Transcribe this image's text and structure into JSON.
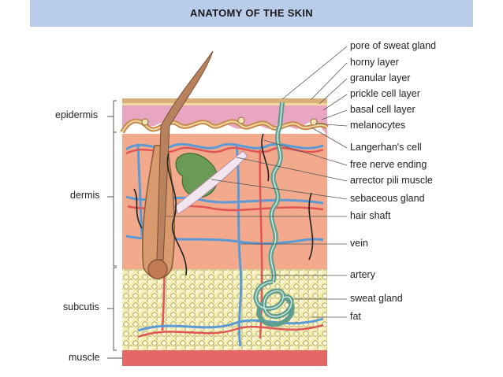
{
  "title": "ANATOMY OF THE SKIN",
  "left_labels": {
    "epidermis": "epidermis",
    "dermis": "dermis",
    "subcutis": "subcutis",
    "muscle": "muscle"
  },
  "right_labels": {
    "pore": "pore of sweat gland",
    "horny": "horny layer",
    "granular": "granular layer",
    "prickle": "prickle cell layer",
    "basal": "basal cell layer",
    "melanocytes": "melanocytes",
    "langerhans": "Langerhan's cell",
    "nerve": "free nerve ending",
    "arrector": "arrector pili muscle",
    "sebaceous": "sebaceous gland",
    "hair": "hair shaft",
    "vein": "vein",
    "artery": "artery",
    "sweat": "sweat gland",
    "fat": "fat"
  },
  "colors": {
    "epidermis": "#e8a6c0",
    "dermis": "#f2a98c",
    "subcutis": "#f6f0b8",
    "muscle": "#e46868",
    "vein": "#5a9ad6",
    "artery": "#e05555",
    "gland": "#5f9e8e",
    "hair": "#b9825e",
    "title_band": "#b9cdea"
  }
}
